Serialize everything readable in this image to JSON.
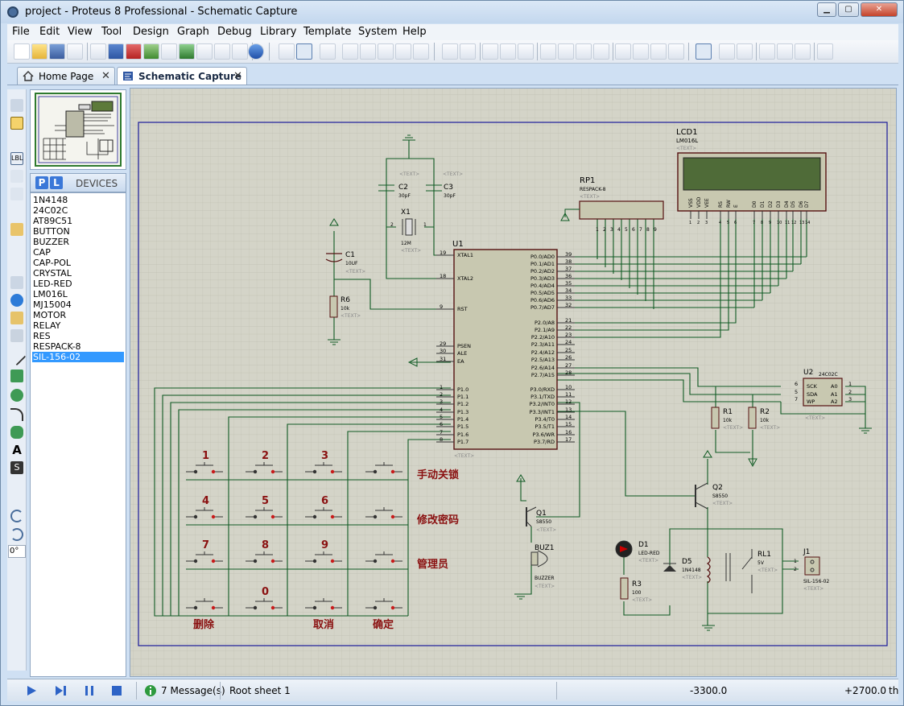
{
  "window": {
    "title": "project - Proteus 8 Professional - Schematic Capture",
    "controls": [
      "minimize",
      "maximize",
      "close"
    ]
  },
  "menu": [
    "File",
    "Edit",
    "View",
    "Tool",
    "Design",
    "Graph",
    "Debug",
    "Library",
    "Template",
    "System",
    "Help"
  ],
  "tabs": [
    {
      "label": "Home Page",
      "icon": "home-icon",
      "active": false
    },
    {
      "label": "Schematic Capture",
      "icon": "schematic-icon",
      "active": true
    }
  ],
  "devices_panel": {
    "pick_buttons": [
      "P",
      "L"
    ],
    "title": "DEVICES",
    "items": [
      "1N4148",
      "24C02C",
      "AT89C51",
      "BUTTON",
      "BUZZER",
      "CAP",
      "CAP-POL",
      "CRYSTAL",
      "LED-RED",
      "LM016L",
      "MJ15004",
      "MOTOR",
      "RELAY",
      "RES",
      "RESPACK-8",
      "SIL-156-02"
    ],
    "selected": "SIL-156-02"
  },
  "rotation_field": "0°",
  "schematic": {
    "components": {
      "lcd": {
        "ref": "LCD1",
        "part": "LM016L",
        "text": "<TEXT>",
        "pins": [
          "VSS",
          "VDD",
          "VEE",
          "RS",
          "RW",
          "E",
          "D0",
          "D1",
          "D2",
          "D3",
          "D4",
          "D5",
          "D6",
          "D7"
        ],
        "pin_numbers": [
          "1",
          "2",
          "3",
          "4",
          "5",
          "6",
          "7",
          "8",
          "9",
          "10",
          "11",
          "12",
          "13",
          "14"
        ]
      },
      "respack": {
        "ref": "RP1",
        "part": "RESPACK-8",
        "text": "<TEXT>",
        "pin_numbers": [
          "1",
          "2",
          "3",
          "4",
          "5",
          "6",
          "7",
          "8",
          "9"
        ]
      },
      "mcu": {
        "ref": "U1",
        "text": "<TEXT>",
        "left_pins": [
          {
            "num": "19",
            "name": "XTAL1"
          },
          {
            "num": "18",
            "name": "XTAL2"
          },
          {
            "num": "9",
            "name": "RST"
          },
          {
            "num": "29",
            "name": "PSEN"
          },
          {
            "num": "30",
            "name": "ALE"
          },
          {
            "num": "31",
            "name": "EA"
          },
          {
            "num": "1",
            "name": "P1.0"
          },
          {
            "num": "2",
            "name": "P1.1"
          },
          {
            "num": "3",
            "name": "P1.2"
          },
          {
            "num": "4",
            "name": "P1.3"
          },
          {
            "num": "5",
            "name": "P1.4"
          },
          {
            "num": "6",
            "name": "P1.5"
          },
          {
            "num": "7",
            "name": "P1.6"
          },
          {
            "num": "8",
            "name": "P1.7"
          }
        ],
        "right_pins": [
          {
            "num": "39",
            "name": "P0.0/AD0"
          },
          {
            "num": "38",
            "name": "P0.1/AD1"
          },
          {
            "num": "37",
            "name": "P0.2/AD2"
          },
          {
            "num": "36",
            "name": "P0.3/AD3"
          },
          {
            "num": "35",
            "name": "P0.4/AD4"
          },
          {
            "num": "34",
            "name": "P0.5/AD5"
          },
          {
            "num": "33",
            "name": "P0.6/AD6"
          },
          {
            "num": "32",
            "name": "P0.7/AD7"
          },
          {
            "num": "21",
            "name": "P2.0/A8"
          },
          {
            "num": "22",
            "name": "P2.1/A9"
          },
          {
            "num": "23",
            "name": "P2.2/A10"
          },
          {
            "num": "24",
            "name": "P2.3/A11"
          },
          {
            "num": "25",
            "name": "P2.4/A12"
          },
          {
            "num": "26",
            "name": "P2.5/A13"
          },
          {
            "num": "27",
            "name": "P2.6/A14"
          },
          {
            "num": "28",
            "name": "P2.7/A15"
          },
          {
            "num": "10",
            "name": "P3.0/RXD"
          },
          {
            "num": "11",
            "name": "P3.1/TXD"
          },
          {
            "num": "12",
            "name": "P3.2/INT0"
          },
          {
            "num": "13",
            "name": "P3.3/INT1"
          },
          {
            "num": "14",
            "name": "P3.4/T0"
          },
          {
            "num": "15",
            "name": "P3.5/T1"
          },
          {
            "num": "16",
            "name": "P3.6/WR"
          },
          {
            "num": "17",
            "name": "P3.7/RD"
          }
        ]
      },
      "c2": {
        "ref": "C2",
        "value": "30pF",
        "text": "<TEXT>"
      },
      "c3": {
        "ref": "C3",
        "value": "30pF",
        "text": "<TEXT>"
      },
      "x1": {
        "ref": "X1",
        "value": "12M",
        "text": "<TEXT>",
        "pin1": "1",
        "pin2": "2"
      },
      "c1": {
        "ref": "C1",
        "value": "10UF",
        "text": "<TEXT>"
      },
      "r6": {
        "ref": "R6",
        "value": "10k",
        "text": "<TEXT>"
      },
      "u2": {
        "ref": "U2",
        "part": "24C02C",
        "text": "<TEXT>",
        "left": [
          "SCK",
          "SDA",
          "WP"
        ],
        "right": [
          "A0",
          "A1",
          "A2"
        ],
        "lnum": [
          "6",
          "5",
          "7"
        ],
        "rnum": [
          "1",
          "2",
          "3"
        ]
      },
      "r1": {
        "ref": "R1",
        "value": "10k",
        "text": "<TEXT>"
      },
      "r2": {
        "ref": "R2",
        "value": "10k",
        "text": "<TEXT>"
      },
      "q1": {
        "ref": "Q1",
        "part": "S8550",
        "text": "<TEXT>"
      },
      "q2": {
        "ref": "Q2",
        "part": "S8550",
        "text": "<TEXT>"
      },
      "buz": {
        "ref": "BUZ1",
        "part": "BUZZER",
        "text": "<TEXT>"
      },
      "d1": {
        "ref": "D1",
        "part": "LED-RED",
        "text": "<TEXT>"
      },
      "d5": {
        "ref": "D5",
        "part": "1N4148",
        "text": "<TEXT>"
      },
      "r3": {
        "ref": "R3",
        "value": "100",
        "text": "<TEXT>"
      },
      "rl1": {
        "ref": "RL1",
        "value": "5V",
        "text": "<TEXT>"
      },
      "j1": {
        "ref": "J1",
        "part": "SIL-156-02",
        "text": "<TEXT>",
        "pins": [
          "1",
          "2"
        ]
      }
    },
    "keypad": {
      "rows": [
        [
          "1",
          "2",
          "3",
          ""
        ],
        [
          "4",
          "5",
          "6",
          ""
        ],
        [
          "7",
          "8",
          "9",
          ""
        ],
        [
          "",
          "0",
          "",
          ""
        ]
      ],
      "side_labels": [
        "手动关锁",
        "修改密码",
        "管理员"
      ],
      "bottom_labels": [
        "删除",
        "取消",
        "确定"
      ]
    }
  },
  "status": {
    "messages": "7 Message(s)",
    "sheet": "Root sheet 1",
    "coord_x": "-3300.0",
    "coord_y": "+2700.0",
    "unit": "th"
  }
}
